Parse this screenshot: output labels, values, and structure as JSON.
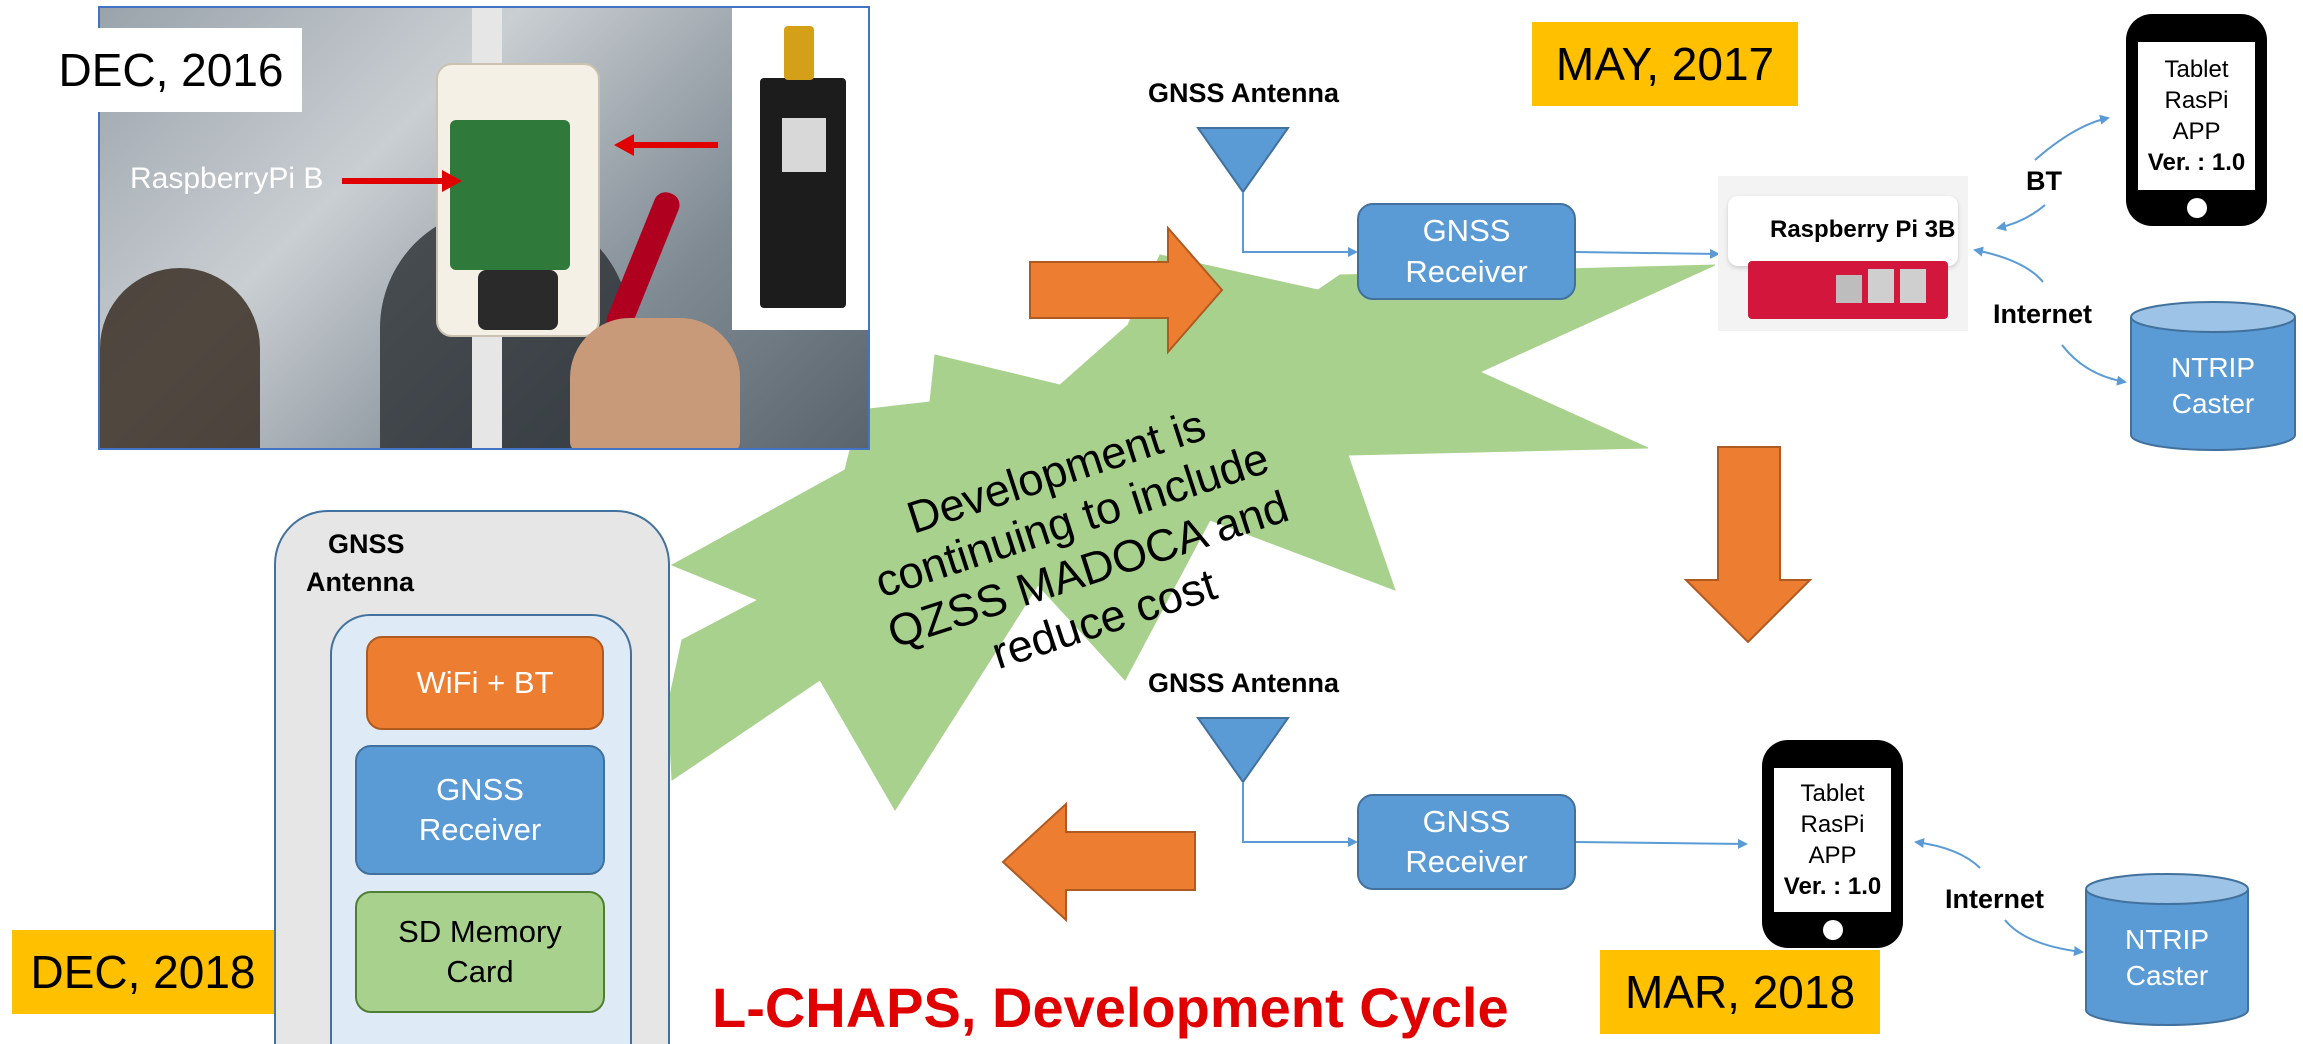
{
  "title": "L-CHAPS, Development Cycle",
  "stages": {
    "dec2016": "DEC, 2016",
    "may2017": "MAY, 2017",
    "mar2018": "MAR, 2018",
    "dec2018": "DEC, 2018"
  },
  "photo": {
    "label": "RaspberryPi B"
  },
  "may2017": {
    "antenna_label": "GNSS Antenna",
    "receiver_line1": "GNSS",
    "receiver_line2": "Receiver",
    "pi_label": "Raspberry Pi 3B",
    "bt_label": "BT",
    "internet_label": "Internet",
    "tablet": [
      "Tablet",
      "RasPi",
      "APP",
      "Ver. : 1.0"
    ],
    "caster_line1": "NTRIP",
    "caster_line2": "Caster"
  },
  "mar2018": {
    "antenna_label": "GNSS Antenna",
    "receiver_line1": "GNSS",
    "receiver_line2": "Receiver",
    "internet_label": "Internet",
    "tablet": [
      "Tablet",
      "RasPi",
      "APP",
      "Ver. : 1.0"
    ],
    "caster_line1": "NTRIP",
    "caster_line2": "Caster"
  },
  "dec2018": {
    "antenna_line1": "GNSS",
    "antenna_line2": "Antenna",
    "wifi_bt": "WiFi + BT",
    "receiver_line1": "GNSS",
    "receiver_line2": "Receiver",
    "sd_line1": "SD Memory",
    "sd_line2": "Card"
  },
  "burst": {
    "lines": [
      "Development is",
      "continuing to include",
      "QZSS MADOCA and",
      "reduce cost"
    ]
  },
  "colors": {
    "title_red": "#E00000",
    "year_yellow": "#FFC000",
    "shape_blue": "#5B9BD5",
    "arrow_orange": "#ED7D31",
    "burst_green": "#A9D18E"
  }
}
